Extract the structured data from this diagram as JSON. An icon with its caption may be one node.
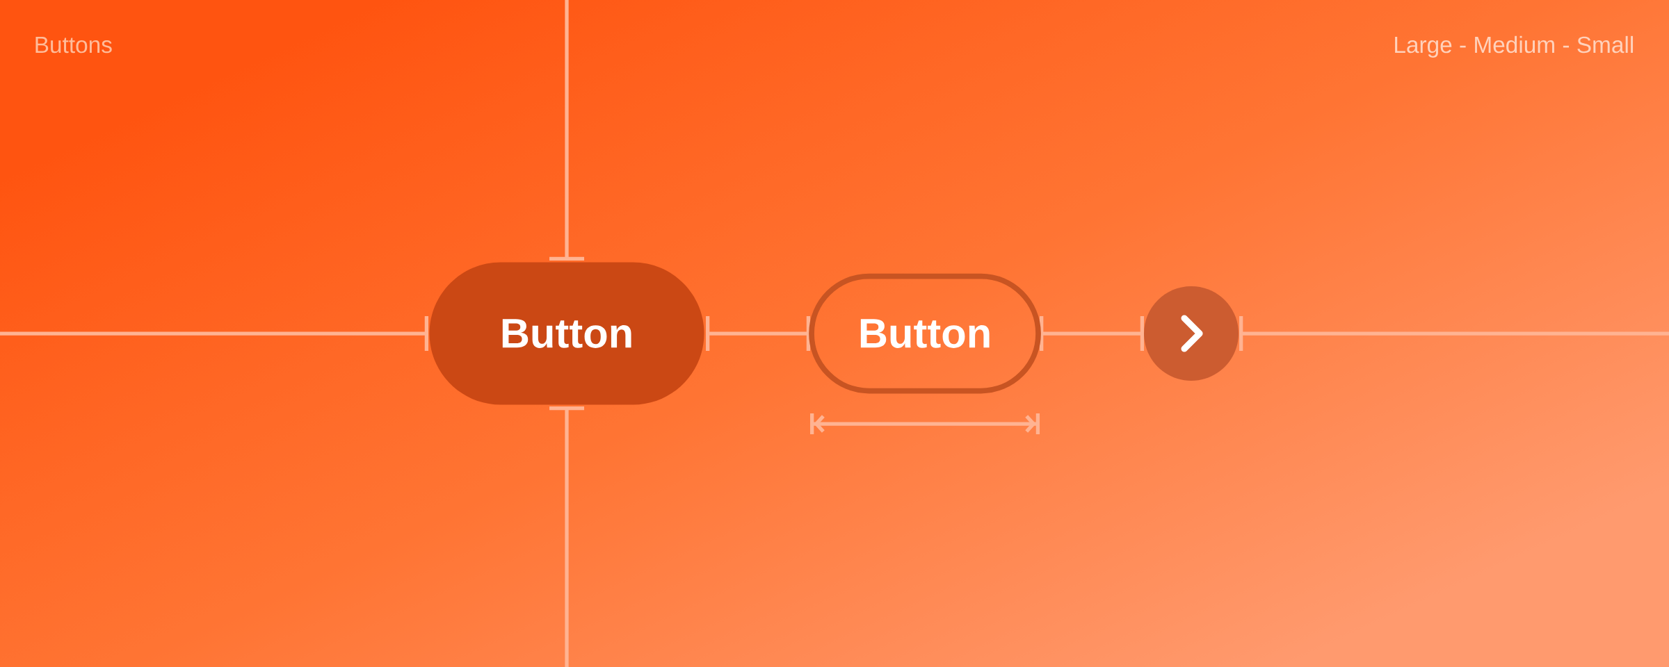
{
  "diagram": {
    "title": "Buttons",
    "nodes": [
      {
        "text": [
          "Button"
        ]
      },
      {
        "text": [
          "Button"
        ]
      },
      {
        "text": [],
        "shape": "circle"
      }
    ],
    "edges": [],
    "labels": [
      "Large - Medium - Small"
    ]
  }
}
